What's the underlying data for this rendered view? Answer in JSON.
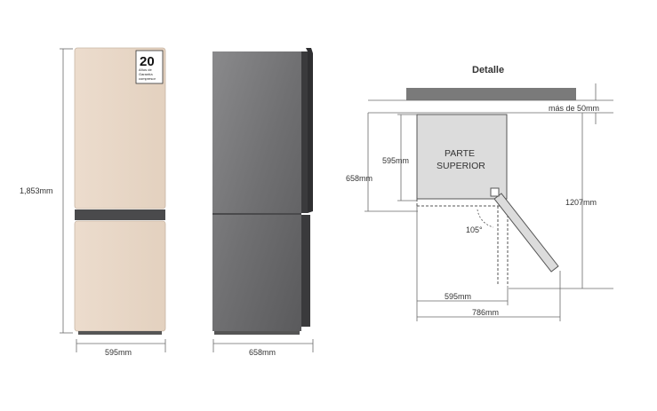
{
  "colors": {
    "fridge_beige": "#e7d6c6",
    "fridge_steel": "#6e6e70",
    "line": "#6a6a6a",
    "top_view_fill": "#dcdcdc",
    "detail_bar": "#7a7a7a"
  },
  "front_view": {
    "height_label": "1,853mm",
    "width_label": "595mm",
    "badge": {
      "number": "20",
      "line1": "Años de",
      "line2": "Garantía",
      "line3": "compresor"
    }
  },
  "side_view": {
    "depth_label": "658mm"
  },
  "top_view": {
    "detail_title": "Detalle",
    "clearance_label": "más de 50mm",
    "depth_label": "595mm",
    "total_depth_label": "658mm",
    "door_depth_label": "1207mm",
    "angle_label": "105°",
    "top_label_line1": "PARTE",
    "top_label_line2": "SUPERIOR",
    "width_label": "595mm",
    "open_width_label": "786mm"
  }
}
